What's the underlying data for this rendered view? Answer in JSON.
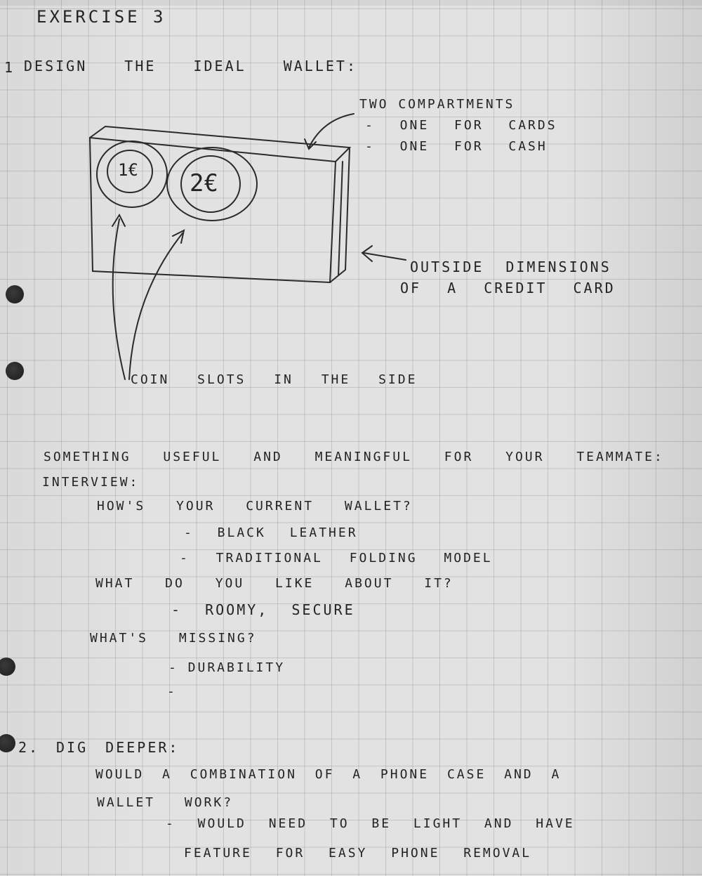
{
  "title": "EXERCISE 3",
  "section1": {
    "number": "1",
    "heading": "DESIGN THE IDEAL WALLET:",
    "annotations": {
      "compartments_title": "TWO COMPARTMENTS",
      "compartment_1": "- ONE FOR CARDS",
      "compartment_2": "- ONE FOR CASH",
      "dimensions_line1": "OUTSIDE DIMENSIONS",
      "dimensions_line2": "OF A CREDIT CARD",
      "coin_slots": "COIN SLOTS IN THE SIDE"
    },
    "coins": [
      "1€",
      "2€"
    ]
  },
  "interview": {
    "intro": "SOMETHING USEFUL AND MEANINGFUL FOR YOUR TEAMMATE:",
    "label": "INTERVIEW:",
    "q1": "HOW'S YOUR CURRENT WALLET?",
    "a1_1": "- BLACK LEATHER",
    "a1_2": "- TRADITIONAL FOLDING MODEL",
    "q2": "WHAT DO YOU LIKE ABOUT IT?",
    "a2": "- ROOMY, SECURE",
    "q3": "WHAT'S MISSING?",
    "a3_1": "- DURABILITY",
    "a3_2": "-"
  },
  "section2": {
    "number": "2.",
    "heading": "DIG DEEPER:",
    "q_line1": "WOULD A COMBINATION OF A PHONE CASE AND A",
    "q_line2": "WALLET WORK?",
    "a_line1": "- WOULD NEED TO BE LIGHT AND HAVE",
    "a_line2": "FEATURE FOR EASY PHONE REMOVAL"
  }
}
